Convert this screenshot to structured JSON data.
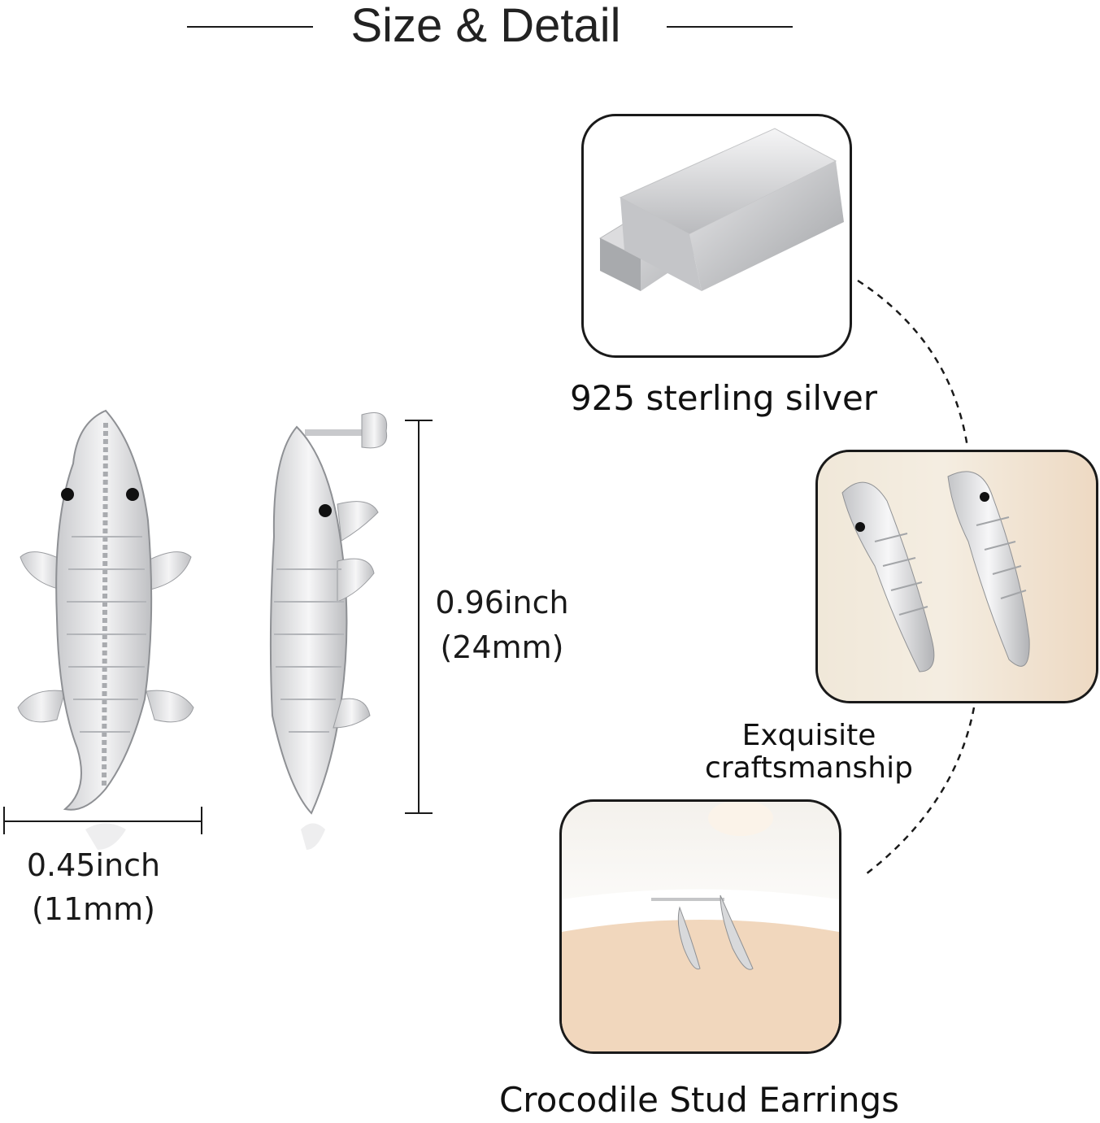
{
  "header": {
    "title": "Size & Detail"
  },
  "dimensions": {
    "width_inch": "0.45inch",
    "width_mm": "(11mm)",
    "height_inch": "0.96inch",
    "height_mm": "(24mm)"
  },
  "features": [
    {
      "label": "925 sterling silver"
    },
    {
      "label_line1": "Exquisite",
      "label_line2": "craftsmanship"
    },
    {
      "label": "Crocodile Stud Earrings"
    }
  ],
  "colors": {
    "text": "#1a1a1a",
    "silver": "#d9dadc",
    "cream": "#efe4d2",
    "peach": "#e9c7a6"
  }
}
